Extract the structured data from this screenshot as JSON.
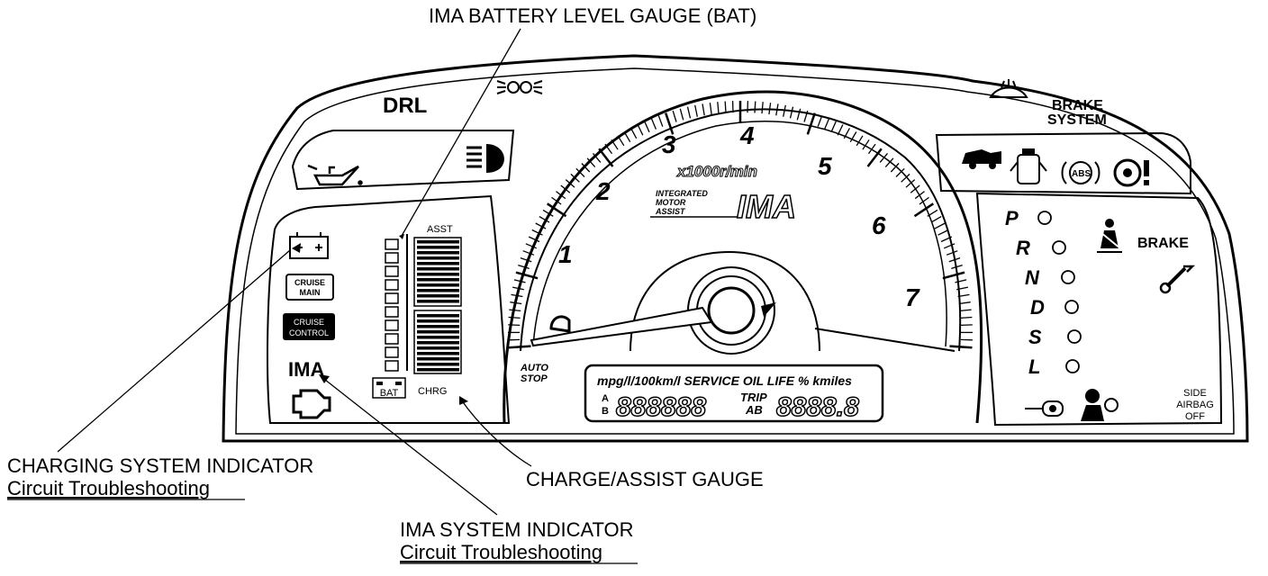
{
  "callouts": {
    "bat_gauge": "IMA BATTERY LEVEL GAUGE (BAT)",
    "charging_title": "CHARGING SYSTEM INDICATOR",
    "charging_sub": "Circuit Troubleshooting",
    "charge_assist": "CHARGE/ASSIST GAUGE",
    "ima_title": "IMA SYSTEM INDICATOR",
    "ima_sub": "Circuit Troubleshooting"
  },
  "cluster": {
    "drl": "DRL",
    "brake_system_1": "BRAKE",
    "brake_system_2": "SYSTEM",
    "cruise_main_1": "CRUISE",
    "cruise_main_2": "MAIN",
    "cruise_control_1": "CRUISE",
    "cruise_control_2": "CONTROL",
    "ima": "IMA",
    "asst": "ASST",
    "chrg": "CHRG",
    "bat": "BAT",
    "auto_stop_1": "AUTO",
    "auto_stop_2": "STOP",
    "abs": "ABS",
    "brake": "BRAKE",
    "side_airbag_1": "SIDE",
    "side_airbag_2": "AIRBAG",
    "side_airbag_3": "OFF"
  },
  "tach": {
    "unit": "x1000r/min",
    "logo_line1": "INTEGRATED",
    "logo_line2": "MOTOR",
    "logo_line3": "ASSIST",
    "logo_big": "IMA",
    "numbers": [
      "1",
      "2",
      "3",
      "4",
      "5",
      "6",
      "7"
    ]
  },
  "lcd": {
    "header": "mpg/l/100km/l SERVICE OIL LIFE % kmiles",
    "a": "A",
    "b": "B",
    "odo": "888888",
    "trip": "TRIP",
    "ab": "AB",
    "trip_value": "8888.8"
  },
  "gears": [
    "P",
    "R",
    "N",
    "D",
    "S",
    "L"
  ]
}
